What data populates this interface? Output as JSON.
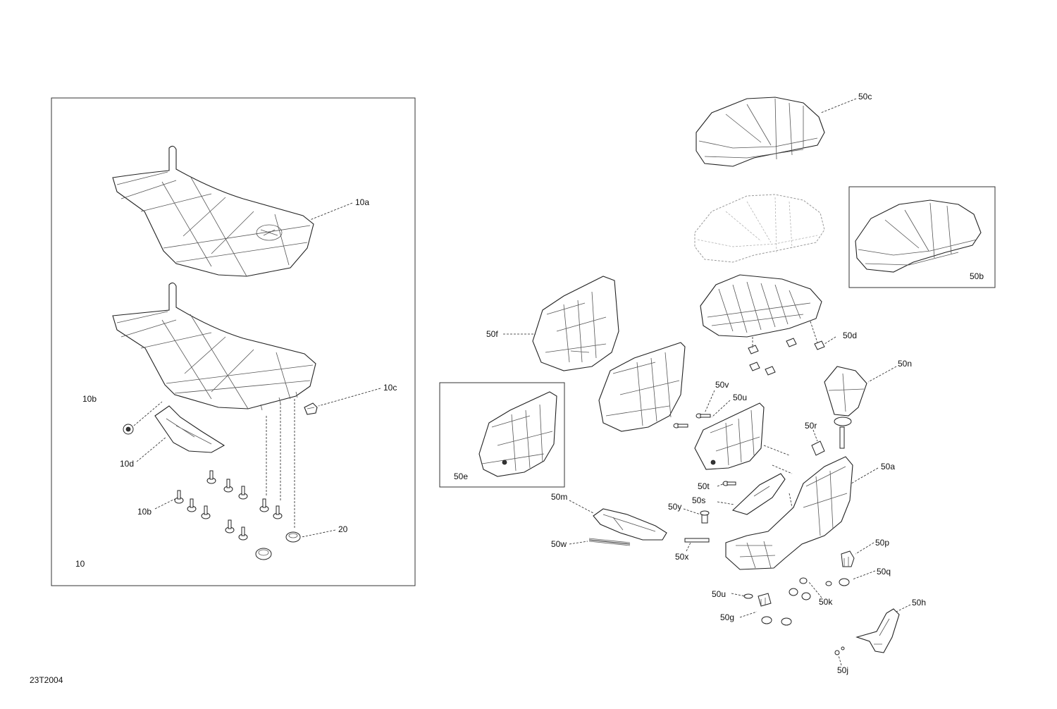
{
  "figure_code": "23T2004",
  "group_label": "10",
  "labels": {
    "p10a": "10a",
    "p10b_top": "10b",
    "p10c": "10c",
    "p10d": "10d",
    "p10b_bottom": "10b",
    "p20": "20",
    "p50c": "50c",
    "p50b": "50b",
    "p50d": "50d",
    "p50f": "50f",
    "p50n": "50n",
    "p50v": "50v",
    "p50u_top": "50u",
    "p50r": "50r",
    "p50e": "50e",
    "p50a": "50a",
    "p50t": "50t",
    "p50m": "50m",
    "p50y": "50y",
    "p50s": "50s",
    "p50w": "50w",
    "p50x": "50x",
    "p50p": "50p",
    "p50q": "50q",
    "p50u_bottom": "50u",
    "p50k": "50k",
    "p50g": "50g",
    "p50h": "50h",
    "p50j": "50j"
  }
}
